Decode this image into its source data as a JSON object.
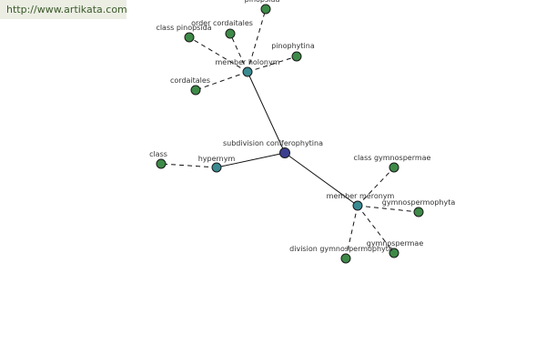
{
  "banner": {
    "url": "http://www.artikata.com"
  },
  "colors": {
    "root": "#3b3f8f",
    "relation": "#3a8a92",
    "term": "#3e8a48",
    "edge": "#111111"
  },
  "graph": {
    "root": "subdivision coniferophytina",
    "relations": [
      {
        "id": "hypernym",
        "label": "hypernym",
        "terms": [
          "class"
        ]
      },
      {
        "id": "member-holonym",
        "label": "member holonym",
        "terms": [
          "class pinopsida",
          "order cordaitales",
          "pinopsida",
          "pinophytina",
          "cordaitales"
        ]
      },
      {
        "id": "member-meronym",
        "label": "member meronym",
        "terms": [
          "class gymnospermae",
          "gymnospermophyta",
          "gymnospermae",
          "division gymnospermophyta"
        ]
      }
    ]
  }
}
